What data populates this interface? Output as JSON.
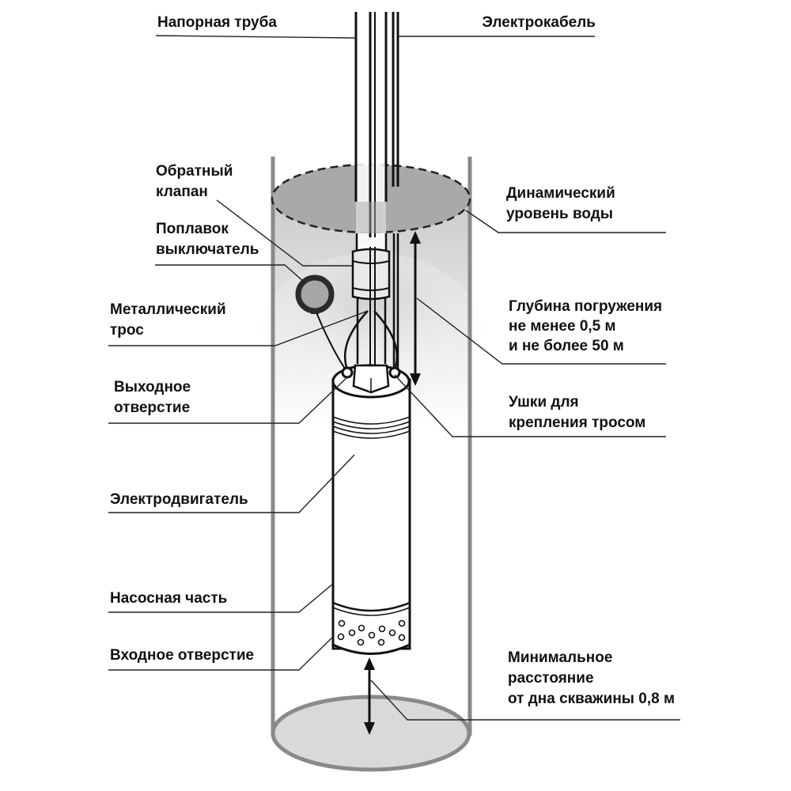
{
  "title": "Схема установки погружного скважинного насоса",
  "colors": {
    "casing": "#8a8a8a",
    "water_surface": "#a9a9a9",
    "water_gradient_top": "#cfcfcf",
    "water_gradient_bottom": "#ffffff",
    "well_bottom": "#d9d9d9",
    "float_ring": "#2b2b2b",
    "float_inner": "#a6a6a6",
    "ink": "#111111"
  },
  "labels": {
    "pressure_pipe": [
      "Напорная труба"
    ],
    "electric_cable": [
      "Электрокабель"
    ],
    "check_valve": [
      "Обратный",
      "клапан"
    ],
    "float_switch": [
      "Поплавок",
      "выключатель"
    ],
    "metal_rope": [
      "Металлический",
      "трос"
    ],
    "outlet": [
      "Выходное",
      "отверстие"
    ],
    "motor": [
      "Электродвигатель"
    ],
    "pump_section": [
      "Насосная часть"
    ],
    "inlet": [
      "Входное отверстие"
    ],
    "dynamic_level": [
      "Динамический",
      "уровень воды"
    ],
    "immersion_depth": [
      "Глубина погружения",
      "не менее 0,5 м",
      "и не более 50 м"
    ],
    "rope_lugs": [
      "Ушки для",
      "крепления тросом"
    ],
    "min_distance": [
      "Минимальное",
      "расстояние",
      "от дна скважины 0,8 м"
    ]
  },
  "specs": {
    "immersion_depth_min": "0,5 м",
    "immersion_depth_max": "50 м",
    "min_distance_from_bottom": "0,8 м"
  }
}
